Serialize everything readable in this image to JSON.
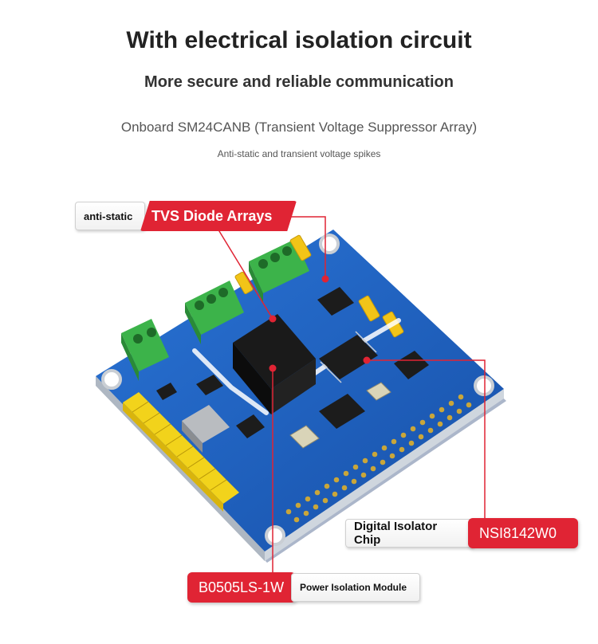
{
  "header": {
    "title": "With electrical isolation circuit",
    "subtitle": "More secure and reliable communication",
    "line3": "Onboard SM24CANB (Transient Voltage Suppressor Array)",
    "line4": "Anti-static and transient voltage spikes"
  },
  "callouts": {
    "tvs": {
      "caption": "anti-static",
      "label": "TVS Diode Arrays"
    },
    "isolator": {
      "caption": "Digital Isolator Chip",
      "label": "NSI8142W0"
    },
    "power": {
      "label": "B0505LS-1W",
      "caption": "Power Isolation Module"
    }
  },
  "colors": {
    "accent": "#e02434",
    "board": "#1e63c4",
    "terminal": "#3cb34a",
    "header_pins": "#f2d31b"
  }
}
